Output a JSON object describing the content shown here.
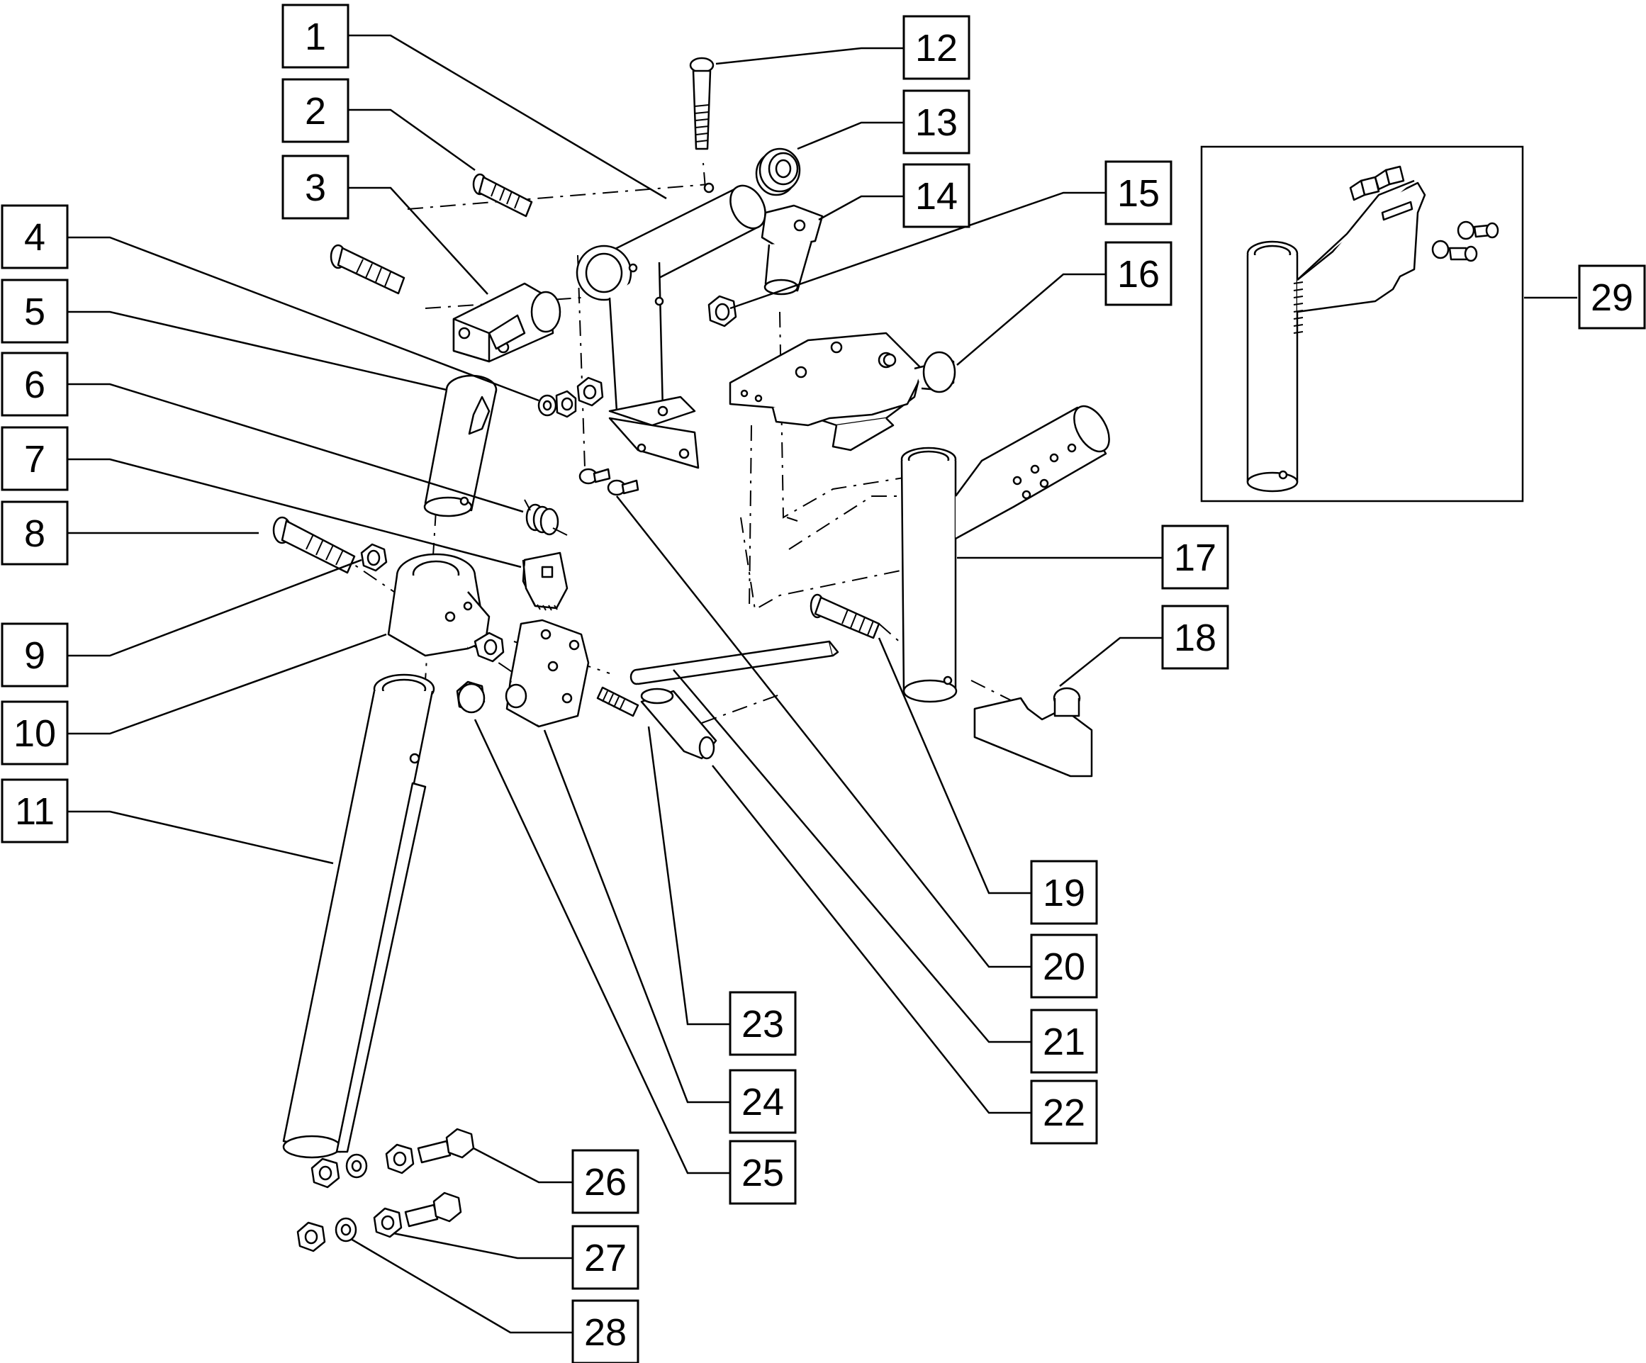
{
  "colors": {
    "line": "#000000",
    "background": "#ffffff"
  },
  "callouts": [
    {
      "label": "1",
      "part": "main-tube-tee"
    },
    {
      "label": "2",
      "part": "short-bolt"
    },
    {
      "label": "3",
      "part": "clevis-bracket"
    },
    {
      "label": "4",
      "part": "washer"
    },
    {
      "label": "5",
      "part": "pivot-tube"
    },
    {
      "label": "6",
      "part": "torsion-spring"
    },
    {
      "label": "7",
      "part": "cam-block"
    },
    {
      "label": "8",
      "part": "long-bolt"
    },
    {
      "label": "9",
      "part": "hex-nut"
    },
    {
      "label": "10",
      "part": "split-clamp"
    },
    {
      "label": "11",
      "part": "leg-tube"
    },
    {
      "label": "12",
      "part": "button-head-screw"
    },
    {
      "label": "13",
      "part": "bushing"
    },
    {
      "label": "14",
      "part": "lock-pin-housing"
    },
    {
      "label": "15",
      "part": "lock-nut"
    },
    {
      "label": "16",
      "part": "release-lever"
    },
    {
      "label": "17",
      "part": "receiver-tee"
    },
    {
      "label": "18",
      "part": "stop-bracket"
    },
    {
      "label": "19",
      "part": "receiver-bolt"
    },
    {
      "label": "20",
      "part": "mount-screw"
    },
    {
      "label": "21",
      "part": "release-rod"
    },
    {
      "label": "22",
      "part": "rod-grip"
    },
    {
      "label": "23",
      "part": "threaded-pin"
    },
    {
      "label": "24",
      "part": "latch-plate"
    },
    {
      "label": "25",
      "part": "cap-nut"
    },
    {
      "label": "26",
      "part": "hex-bolt-set-upper"
    },
    {
      "label": "27",
      "part": "hex-bolt-set-lower"
    },
    {
      "label": "28",
      "part": "flat-washer"
    },
    {
      "label": "29",
      "part": "optional-assembly-inset"
    }
  ]
}
